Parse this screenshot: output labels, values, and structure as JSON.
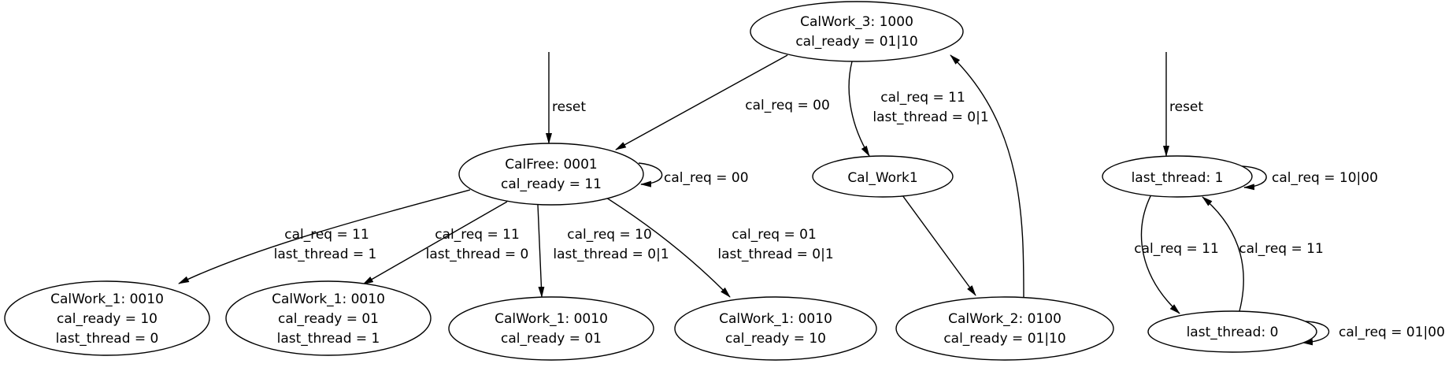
{
  "diagram": {
    "type": "fsm-state-graph",
    "background_color": "#ffffff",
    "line_color": "#000000",
    "text_color": "#000000",
    "nodes": [
      {
        "id": "CalWork_3",
        "lines": [
          "CalWork_3: 1000",
          "cal_ready = 01|10"
        ]
      },
      {
        "id": "CalFree",
        "lines": [
          "CalFree: 0001",
          "cal_ready = 11"
        ]
      },
      {
        "id": "Cal_Work1",
        "lines": [
          "Cal_Work1"
        ]
      },
      {
        "id": "last_thread_1",
        "lines": [
          "last_thread: 1"
        ]
      },
      {
        "id": "CalWork_1_a",
        "lines": [
          "CalWork_1: 0010",
          "cal_ready = 10",
          "last_thread = 0"
        ]
      },
      {
        "id": "CalWork_1_b",
        "lines": [
          "CalWork_1: 0010",
          "cal_ready = 01",
          "last_thread = 1"
        ]
      },
      {
        "id": "CalWork_1_c",
        "lines": [
          "CalWork_1: 0010",
          "cal_ready = 01"
        ]
      },
      {
        "id": "CalWork_1_d",
        "lines": [
          "CalWork_1: 0010",
          "cal_ready = 10"
        ]
      },
      {
        "id": "CalWork_2",
        "lines": [
          "CalWork_2: 0100",
          "cal_ready = 01|10"
        ]
      },
      {
        "id": "last_thread_0",
        "lines": [
          "last_thread: 0"
        ]
      }
    ],
    "edges": [
      {
        "name": "reset-to-calfree",
        "label_lines": [
          "reset"
        ]
      },
      {
        "name": "calwork3-to-calfree",
        "label_lines": [
          "cal_req = 00"
        ]
      },
      {
        "name": "calfree-self-loop",
        "label_lines": [
          "cal_req = 00"
        ]
      },
      {
        "name": "calwork3-to-calwork1",
        "label_lines": [
          "cal_req = 11",
          "last_thread = 0|1"
        ]
      },
      {
        "name": "calfree-to-calwork1-a",
        "label_lines": [
          "cal_req = 11",
          "last_thread = 1"
        ]
      },
      {
        "name": "calfree-to-calwork1-b",
        "label_lines": [
          "cal_req = 11",
          "last_thread = 0"
        ]
      },
      {
        "name": "calfree-to-calwork1-c",
        "label_lines": [
          "cal_req = 10",
          "last_thread = 0|1"
        ]
      },
      {
        "name": "calfree-to-calwork1-d",
        "label_lines": [
          "cal_req = 01",
          "last_thread = 0|1"
        ]
      },
      {
        "name": "calwork1-to-calwork2",
        "label_lines": []
      },
      {
        "name": "calwork2-to-calwork3",
        "label_lines": []
      },
      {
        "name": "reset-to-lastthread1",
        "label_lines": [
          "reset"
        ]
      },
      {
        "name": "lastthread1-self-loop",
        "label_lines": [
          "cal_req = 10|00"
        ]
      },
      {
        "name": "lastthread1-to-lastthread0",
        "label_lines": [
          "cal_req = 11"
        ]
      },
      {
        "name": "lastthread0-to-lastthread1",
        "label_lines": [
          "cal_req = 11"
        ]
      },
      {
        "name": "lastthread0-self-loop",
        "label_lines": [
          "cal_req = 01|00"
        ]
      }
    ]
  }
}
